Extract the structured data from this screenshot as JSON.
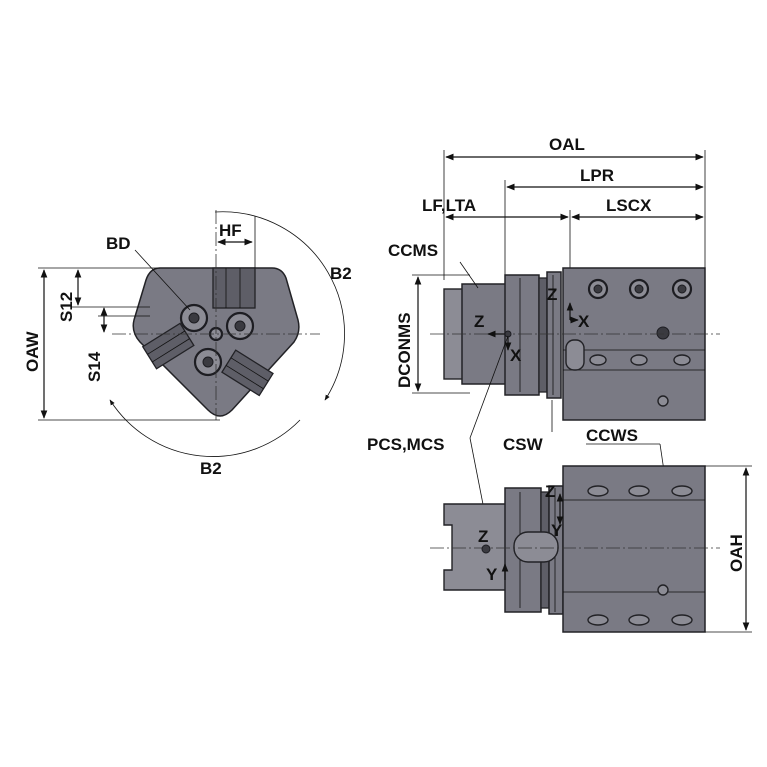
{
  "colors": {
    "body": "#7a7a84",
    "outline": "#222226",
    "text": "#111111",
    "background": "#ffffff"
  },
  "labels": {
    "oal": "OAL",
    "lpr": "LPR",
    "lf_lta": "LF,LTA",
    "lscx": "LSCX",
    "ccms": "CCMS",
    "dconms": "DCONMS",
    "bd": "BD",
    "hf": "HF",
    "b2_top": "B2",
    "b2_bottom": "B2",
    "s12": "S12",
    "s14": "S14",
    "oaw": "OAW",
    "pcs_mcs": "PCS,MCS",
    "csw": "CSW",
    "ccws": "CCWS",
    "oah": "OAH",
    "side_z": "Z",
    "side_x": "X",
    "side_z2": "Z",
    "side_x2": "X",
    "bottom_z": "Z",
    "bottom_y": "Y",
    "bottom_z2": "Z",
    "bottom_y2": "Y"
  }
}
